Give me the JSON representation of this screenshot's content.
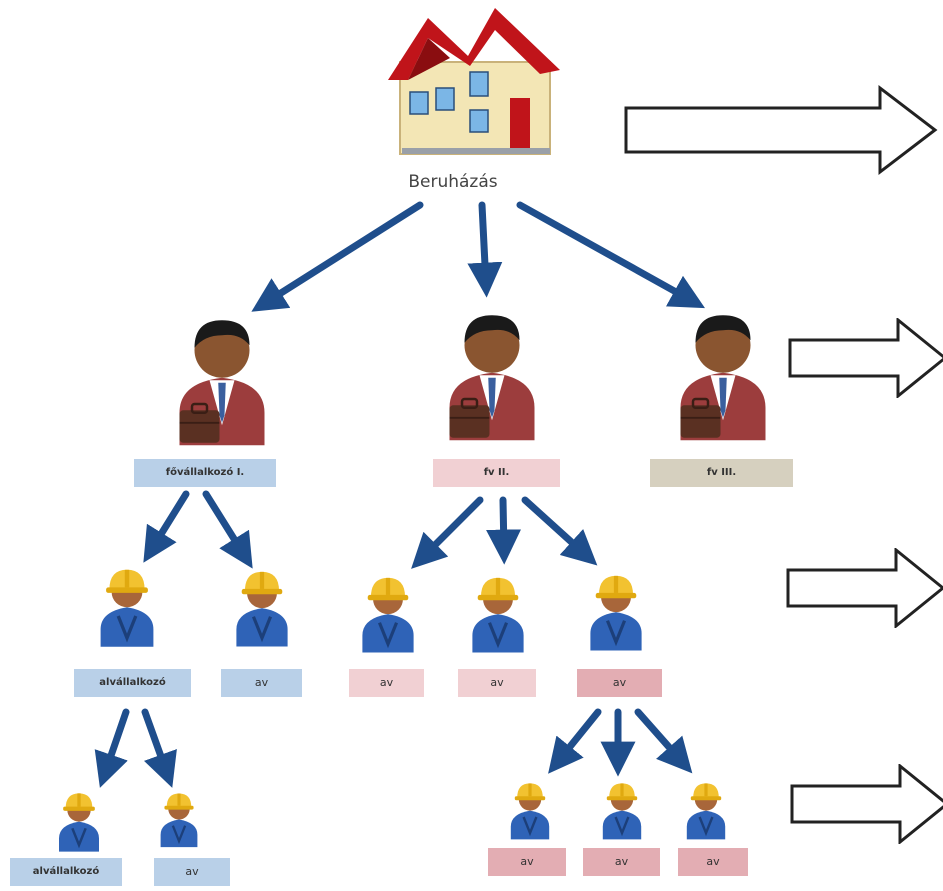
{
  "root": {
    "label": "Beruházás"
  },
  "main_contractors": [
    {
      "label": "fővállalkozó I."
    },
    {
      "label": "fv II."
    },
    {
      "label": "fv III."
    }
  ],
  "subcontractors_level1": [
    {
      "label": "alvállalkozó"
    },
    {
      "label": "av"
    },
    {
      "label": "av"
    },
    {
      "label": "av"
    },
    {
      "label": "av"
    }
  ],
  "subcontractors_level2": [
    {
      "label": "alvállalkozó"
    },
    {
      "label": "av"
    },
    {
      "label": "av"
    },
    {
      "label": "av"
    },
    {
      "label": "av"
    }
  ],
  "colors": {
    "arrow": "#1f4e8c",
    "house_roof": "#c0141a",
    "house_wall": "#f3e6b5",
    "label_blue": "#b9d0e8",
    "label_pink": "#f1d0d3",
    "label_pink_dark": "#e3adb3",
    "label_tan": "#d6d0bf"
  },
  "icons": [
    "house-icon",
    "businessman-icon",
    "worker-icon",
    "hollow-right-arrow-icon"
  ]
}
